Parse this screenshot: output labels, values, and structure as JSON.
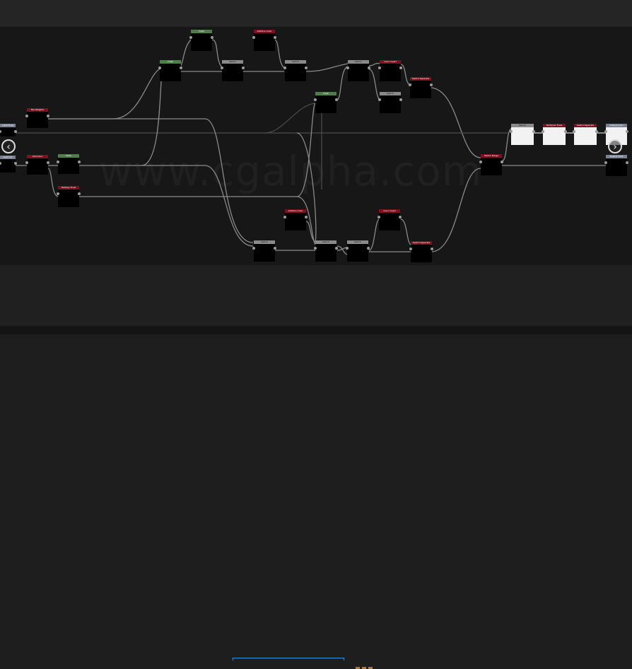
{
  "watermark": "www.cgalpha.com",
  "nodes": [
    {
      "name": "node-left-input-a",
      "header": "Input Float",
      "color": "slate"
    },
    {
      "name": "node-left-input-b",
      "header": "Input Int",
      "color": "slate"
    },
    {
      "name": "node-mix",
      "header": "Mix Weights",
      "color": "red"
    },
    {
      "name": "node-add",
      "header": "Add Color",
      "color": "red"
    },
    {
      "name": "node-green-lower",
      "header": "Float",
      "color": "green"
    },
    {
      "name": "node-multiply",
      "header": "Multiply Float",
      "color": "red"
    },
    {
      "name": "node-green-top",
      "header": "Float",
      "color": "green"
    },
    {
      "name": "node-green-mid",
      "header": "Float",
      "color": "green"
    },
    {
      "name": "node-red-top",
      "header": "Additive Color",
      "color": "red"
    },
    {
      "name": "node-gray-a",
      "header": "Switch",
      "color": "gray"
    },
    {
      "name": "node-gray-b",
      "header": "Switch",
      "color": "gray"
    },
    {
      "name": "node-green-center",
      "header": "Float",
      "color": "green"
    },
    {
      "name": "node-gray-c",
      "header": "Switch",
      "color": "gray"
    },
    {
      "name": "node-red-c",
      "header": "Color Invert",
      "color": "red"
    },
    {
      "name": "node-gray-d",
      "header": "Switch",
      "color": "gray"
    },
    {
      "name": "node-red-d",
      "header": "Switch Separate",
      "color": "red"
    },
    {
      "name": "node-red-merge",
      "header": "Switch Merge",
      "color": "red"
    },
    {
      "name": "node-white-1",
      "header": "Result",
      "color": "gray"
    },
    {
      "name": "node-red-e",
      "header": "Multiplier Float",
      "color": "red"
    },
    {
      "name": "node-red-f",
      "header": "Switch Separate",
      "color": "red"
    },
    {
      "name": "node-right-output",
      "header": "Output Color",
      "color": "slate"
    },
    {
      "name": "node-right-output-b",
      "header": "Output Float",
      "color": "slate"
    },
    {
      "name": "node-red-bottom-left",
      "header": "Additive Color",
      "color": "red"
    },
    {
      "name": "node-gray-e",
      "header": "Switch",
      "color": "gray"
    },
    {
      "name": "node-gray-f",
      "header": "Switch",
      "color": "gray"
    },
    {
      "name": "node-gray-g",
      "header": "Switch",
      "color": "gray"
    },
    {
      "name": "node-red-g",
      "header": "Color Invert",
      "color": "red"
    },
    {
      "name": "node-red-h",
      "header": "Switch Separate",
      "color": "red"
    }
  ]
}
